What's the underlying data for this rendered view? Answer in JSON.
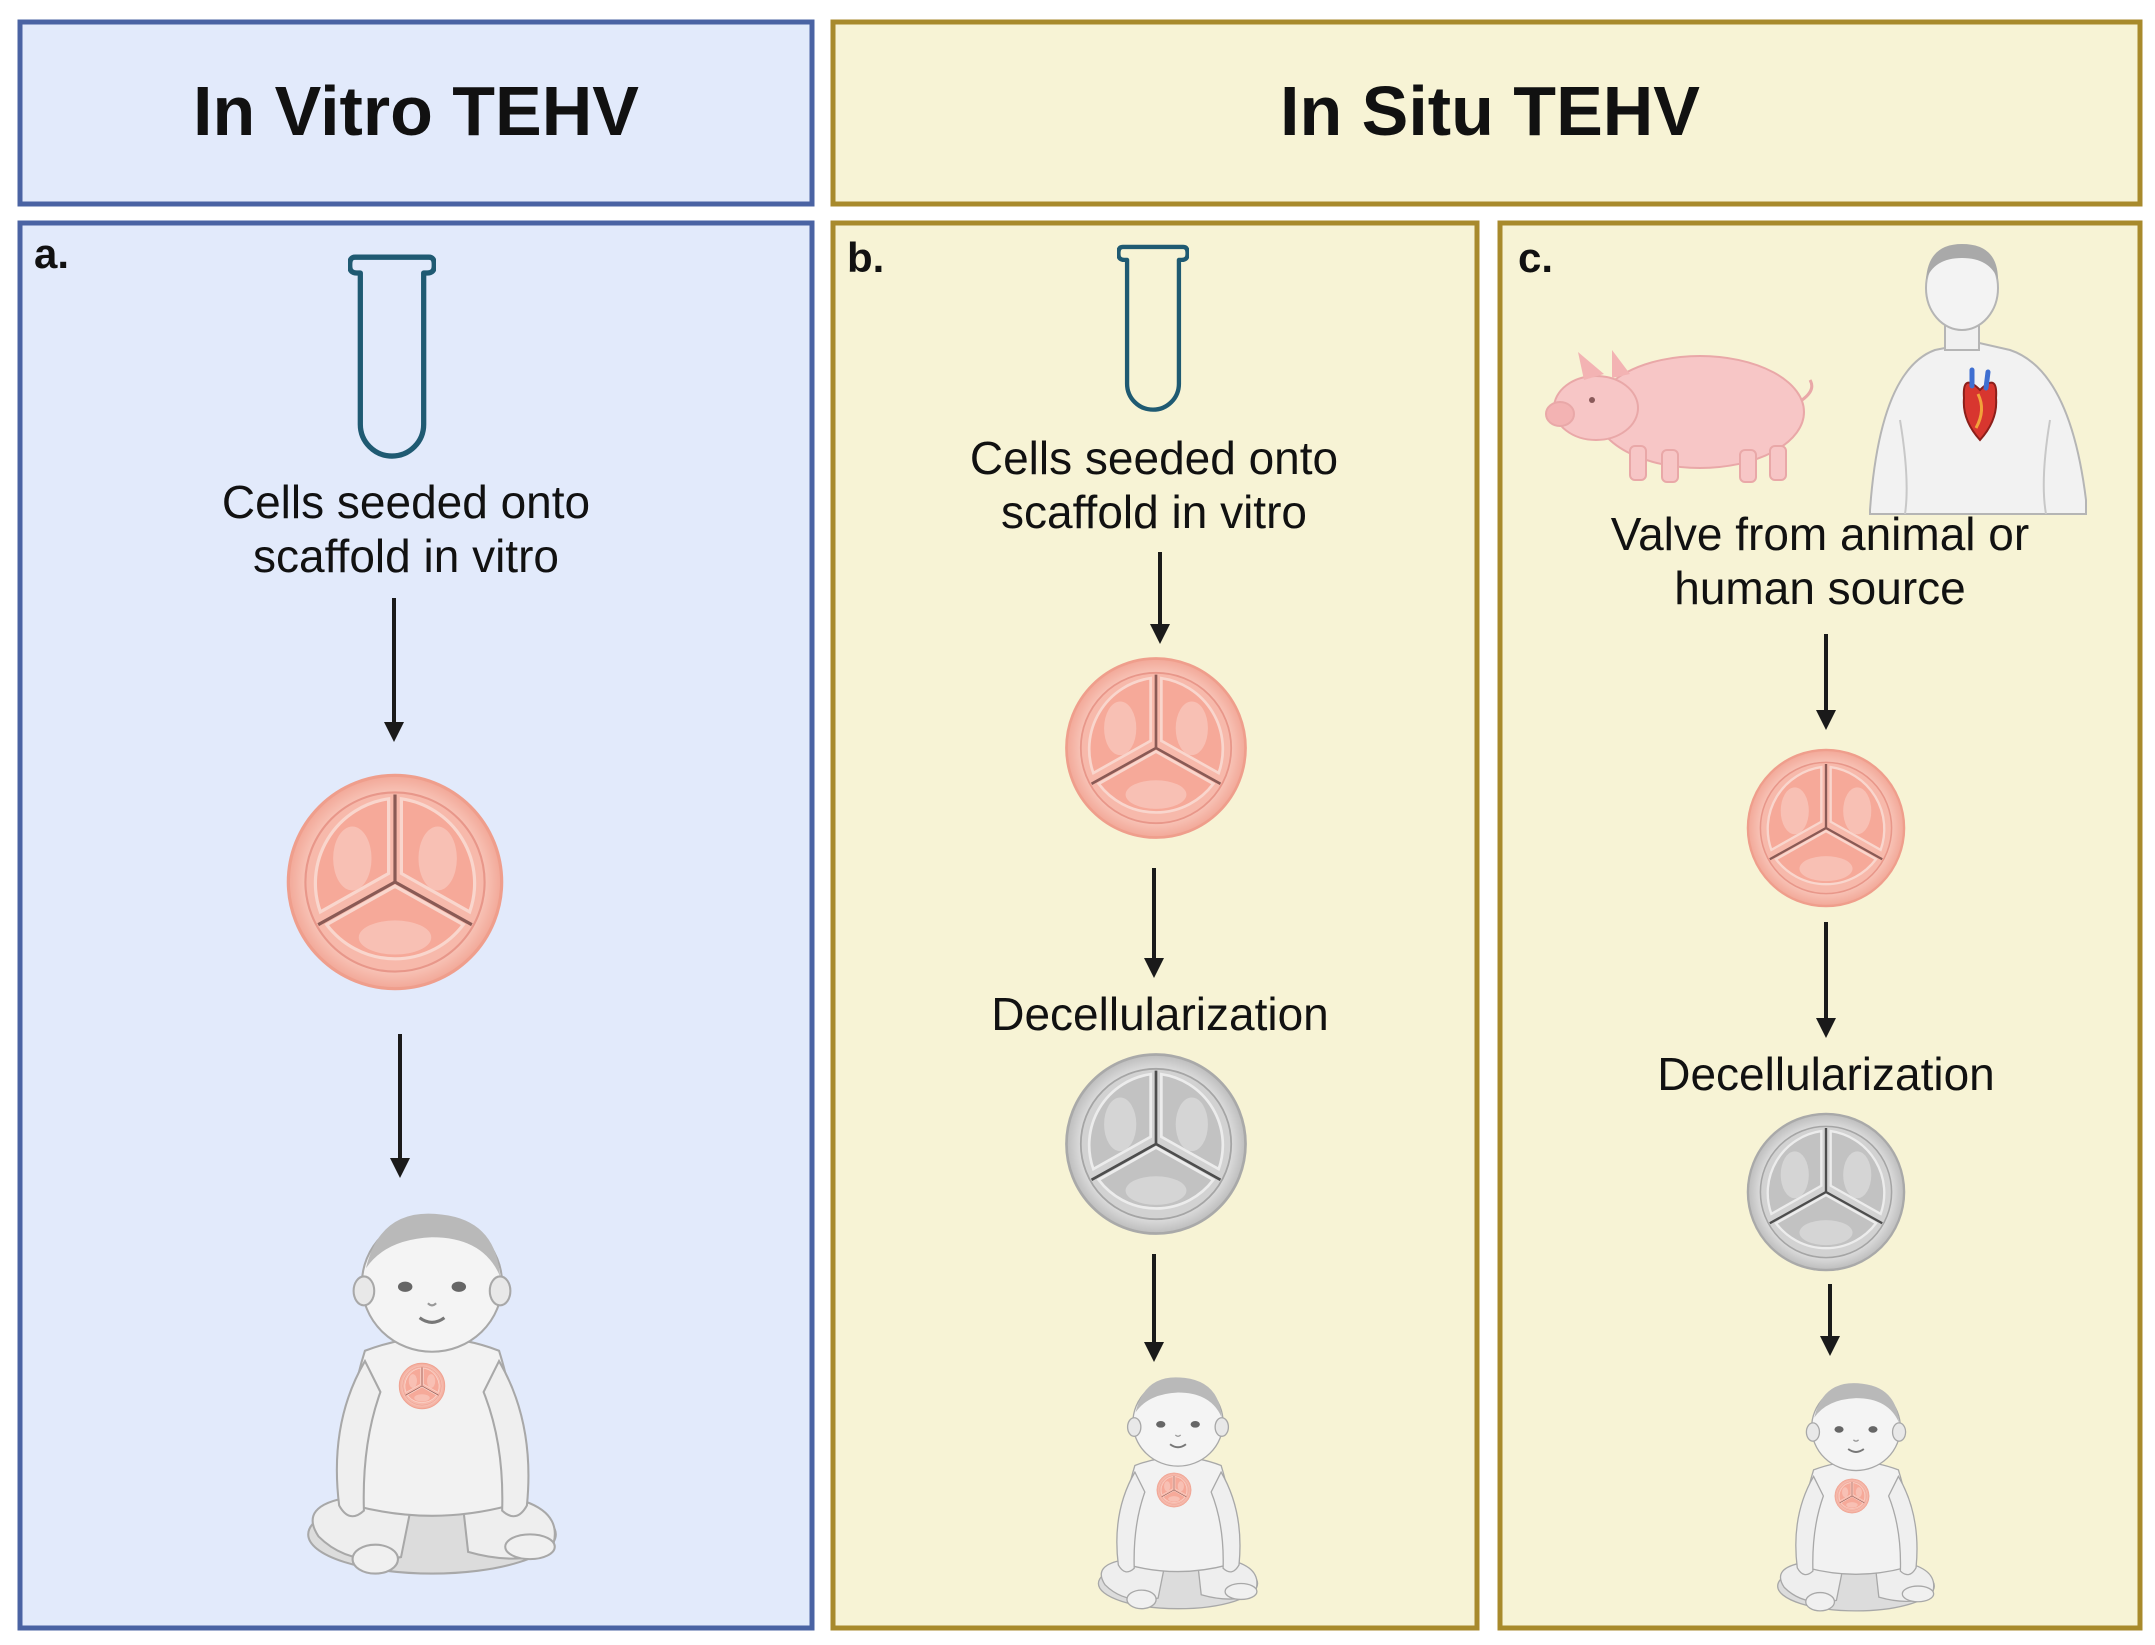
{
  "headers": {
    "in_vitro": "In Vitro TEHV",
    "in_situ": "In Situ TEHV"
  },
  "panel_a": {
    "label": "a.",
    "step1_line1": "Cells seeded onto",
    "step1_line2": "scaffold in vitro"
  },
  "panel_b": {
    "label": "b.",
    "step1_line1": "Cells seeded onto",
    "step1_line2": "scaffold in vitro",
    "step2": "Decellularization"
  },
  "panel_c": {
    "label": "c.",
    "step1_line1": "Valve from animal or",
    "step1_line2": "human source",
    "step2": "Decellularization"
  },
  "colors": {
    "in_vitro_fill": "#e2eafb",
    "in_vitro_border": "#4a63a3",
    "in_situ_fill": "#f7f3d5",
    "in_situ_border": "#a88a2c",
    "valve_pink": "#f6b3a6",
    "valve_grey": "#c9c9c9",
    "tube": "#1f5a72",
    "pig": "#f7c6c6",
    "arrow": "#1a1a1a"
  }
}
